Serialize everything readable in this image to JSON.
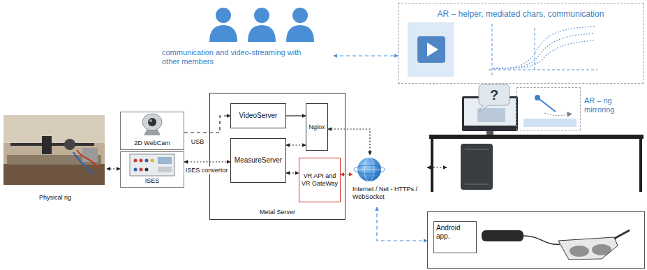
{
  "diagram": {
    "nodes": [
      {
        "text": [
          "Physical rig"
        ]
      },
      {
        "text": [
          "2D WebCam"
        ]
      },
      {
        "text": [
          "ISES"
        ]
      },
      {
        "text": [
          "Metal Server"
        ]
      },
      {
        "text": [
          "VideoServer"
        ],
        "in": 3
      },
      {
        "text": [
          "MeasureServer"
        ],
        "in": 3
      },
      {
        "text": [
          "Nginx"
        ],
        "in": 3
      },
      {
        "text": [
          "VR API and VR GateWay"
        ],
        "in": 3
      },
      {
        "text": [
          "Internet / Net - HTTPs / WebSocket"
        ]
      },
      {
        "text": [
          "communication and video-streaming with other members"
        ]
      },
      {
        "text": [
          "AR – helper, mediated chars, communication"
        ]
      },
      {
        "text": [
          "?"
        ]
      },
      {
        "text": [
          "AR – rig mirroring"
        ]
      },
      {
        "text": [
          "Android app."
        ]
      }
    ],
    "edges": [
      {
        "from": 0,
        "to": 2,
        "arrow": "both"
      },
      {
        "from": 1,
        "to": 4,
        "label": "USB",
        "arrow": "to"
      },
      {
        "from": 2,
        "to": 5,
        "label": "ISES convertor",
        "arrow": "both"
      },
      {
        "from": 4,
        "to": 6,
        "arrow": "to"
      },
      {
        "from": 5,
        "to": 6,
        "arrow": "both"
      },
      {
        "from": 5,
        "to": 7,
        "arrow": "both"
      },
      {
        "from": 6,
        "to": 8,
        "arrow": "both"
      },
      {
        "from": 7,
        "to": 8,
        "arrow": "both"
      },
      {
        "from": 8,
        "to": 11,
        "arrow": "both"
      },
      {
        "from": 8,
        "to": 13,
        "arrow": "both"
      },
      {
        "from": 9,
        "to": 10,
        "arrow": "both"
      }
    ]
  }
}
